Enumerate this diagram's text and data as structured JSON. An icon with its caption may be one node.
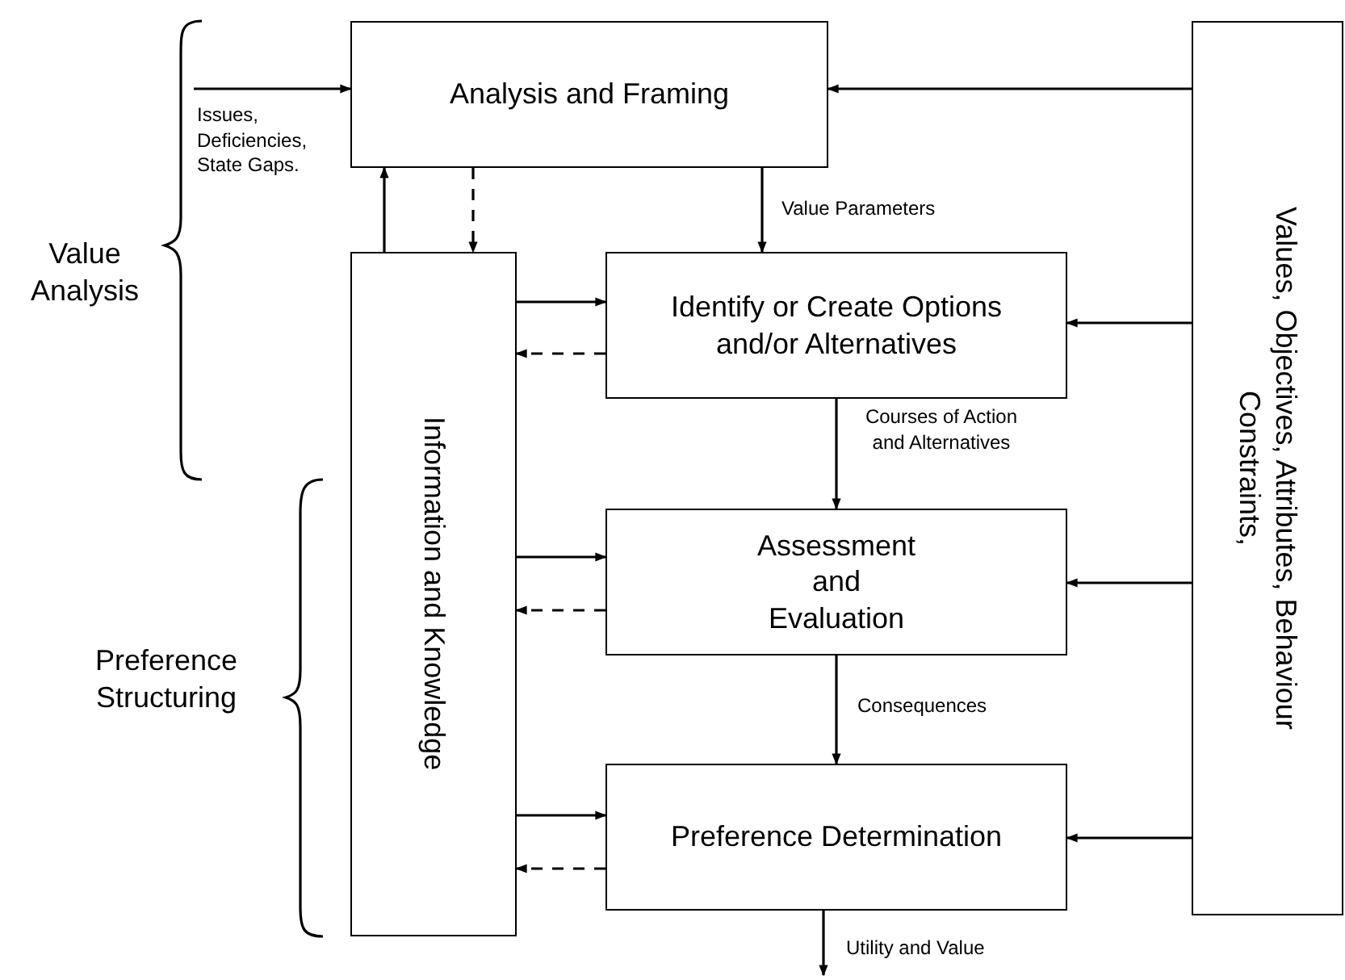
{
  "diagram": {
    "nodes": [
      {
        "text": [
          "Analysis and Framing"
        ]
      },
      {
        "text": [
          "Information and Knowledge"
        ]
      },
      {
        "text": [
          "Identify or Create Options and/or Alternatives"
        ]
      },
      {
        "text": [
          "Assessment and Evaluation"
        ]
      },
      {
        "text": [
          "Preference Determination"
        ]
      },
      {
        "text": [
          "Values, Objectives, Attributes, Behaviour Constraints,"
        ]
      }
    ],
    "edges": [
      {
        "from": null,
        "to": 0,
        "arrow": "to",
        "label": "Issues, Deficiencies, State Gaps."
      },
      {
        "from": 5,
        "to": 0,
        "arrow": "to"
      },
      {
        "from": 0,
        "to": 2,
        "arrow": "to",
        "label": "Value Parameters"
      },
      {
        "from": 1,
        "to": 0,
        "arrow": "to"
      },
      {
        "from": 0,
        "to": 1,
        "arrow": "to",
        "style": "dashed"
      },
      {
        "from": 1,
        "to": 2,
        "arrow": "to"
      },
      {
        "from": 2,
        "to": 1,
        "arrow": "to",
        "style": "dashed"
      },
      {
        "from": 5,
        "to": 2,
        "arrow": "to"
      },
      {
        "from": 2,
        "to": 3,
        "arrow": "to",
        "label": "Courses of Action and Alternatives"
      },
      {
        "from": 1,
        "to": 3,
        "arrow": "to"
      },
      {
        "from": 3,
        "to": 1,
        "arrow": "to",
        "style": "dashed"
      },
      {
        "from": 5,
        "to": 3,
        "arrow": "to"
      },
      {
        "from": 3,
        "to": 4,
        "arrow": "to",
        "label": "Consequences"
      },
      {
        "from": 1,
        "to": 4,
        "arrow": "to"
      },
      {
        "from": 4,
        "to": 1,
        "arrow": "to",
        "style": "dashed"
      },
      {
        "from": 5,
        "to": 4,
        "arrow": "to"
      },
      {
        "from": 4,
        "to": null,
        "arrow": "to",
        "label": "Utility and Value"
      }
    ],
    "labels": [
      "Value Analysis",
      "Preference Structuring"
    ]
  }
}
